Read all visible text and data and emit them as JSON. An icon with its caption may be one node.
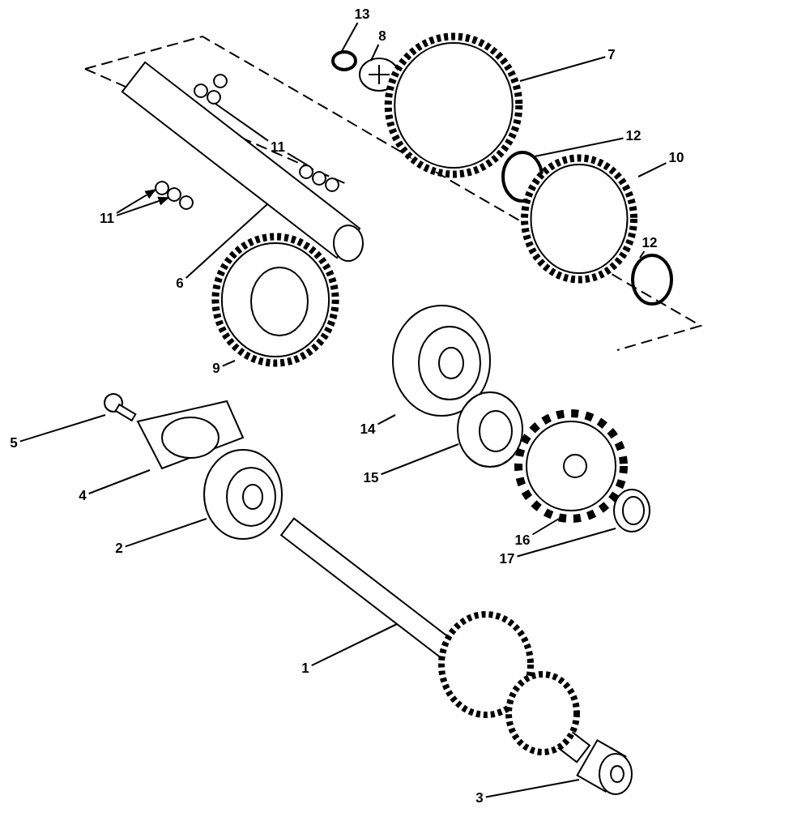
{
  "diagram": {
    "nodes": [
      {
        "text": [
          "13"
        ]
      },
      {
        "text": [
          "8"
        ]
      },
      {
        "text": [
          "7"
        ]
      },
      {
        "text": [
          "11"
        ]
      },
      {
        "text": [
          "12"
        ]
      },
      {
        "text": [
          "10"
        ]
      },
      {
        "text": [
          "11"
        ]
      },
      {
        "text": [
          "12"
        ]
      },
      {
        "text": [
          "6"
        ]
      },
      {
        "text": [
          "9"
        ]
      },
      {
        "text": [
          "14"
        ]
      },
      {
        "text": [
          "5"
        ]
      },
      {
        "text": [
          "15"
        ]
      },
      {
        "text": [
          "4"
        ]
      },
      {
        "text": [
          "2"
        ]
      },
      {
        "text": [
          "16"
        ]
      },
      {
        "text": [
          "17"
        ]
      },
      {
        "text": [
          "1"
        ]
      },
      {
        "text": [
          "3"
        ]
      },
      {
        "text": [],
        "shape": "circle"
      },
      {
        "text": [],
        "shape": "picture"
      },
      {
        "text": [],
        "shape": "picture"
      },
      {
        "text": [],
        "shape": "picture"
      },
      {
        "text": [],
        "shape": "picture"
      },
      {
        "text": [],
        "shape": "picture"
      },
      {
        "text": [],
        "shape": "circle"
      },
      {
        "text": [],
        "shape": "picture"
      },
      {
        "text": [],
        "shape": "circle"
      },
      {
        "text": [],
        "shape": "picture"
      },
      {
        "text": [],
        "shape": "picture"
      },
      {
        "text": [],
        "shape": "picture"
      },
      {
        "text": [],
        "shape": "picture"
      },
      {
        "text": [],
        "shape": "picture"
      },
      {
        "text": [],
        "shape": "picture"
      },
      {
        "text": [],
        "shape": "picture"
      },
      {
        "text": [],
        "shape": "picture"
      },
      {
        "text": [],
        "shape": "picture"
      },
      {
        "text": [],
        "shape": "picture"
      },
      {
        "text": [],
        "shape": "picture"
      }
    ],
    "edges": [
      {
        "from": 0,
        "to": 19,
        "arrow": "none"
      },
      {
        "from": 1,
        "to": 20,
        "arrow": "none"
      },
      {
        "from": 2,
        "to": 21,
        "arrow": "none"
      },
      {
        "from": 3,
        "to": 22,
        "arrow": "none"
      },
      {
        "from": 3,
        "to": 23,
        "arrow": "none"
      },
      {
        "from": 4,
        "to": 25,
        "arrow": "none"
      },
      {
        "from": 5,
        "to": 26,
        "arrow": "none"
      },
      {
        "from": 6,
        "to": 24,
        "arrow": "to"
      },
      {
        "from": 6,
        "to": 24,
        "arrow": "to"
      },
      {
        "from": 7,
        "to": 27,
        "arrow": "none"
      },
      {
        "from": 8,
        "to": 28,
        "arrow": "none"
      },
      {
        "from": 9,
        "to": 29,
        "arrow": "none"
      },
      {
        "from": 10,
        "to": 30,
        "arrow": "none"
      },
      {
        "from": 11,
        "to": 31,
        "arrow": "none"
      },
      {
        "from": 12,
        "to": 32,
        "arrow": "none"
      },
      {
        "from": 13,
        "to": 33,
        "arrow": "none"
      },
      {
        "from": 14,
        "to": 34,
        "arrow": "none"
      },
      {
        "from": 15,
        "to": 35,
        "arrow": "none"
      },
      {
        "from": 16,
        "to": 36,
        "arrow": "none"
      },
      {
        "from": 17,
        "to": 37,
        "arrow": "none"
      },
      {
        "from": 18,
        "to": 38,
        "arrow": "none"
      }
    ]
  }
}
